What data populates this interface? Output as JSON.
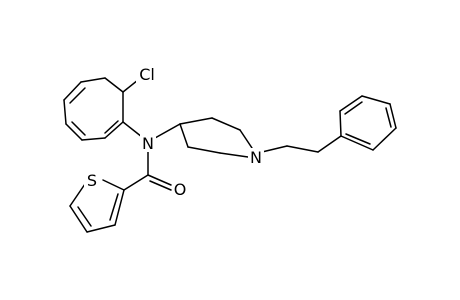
{
  "molecule": {
    "atom_labels": {
      "cl": "Cl",
      "n_amide": "N",
      "n_piperidine": "N",
      "s_thiophene": "S",
      "o_carbonyl": "O"
    },
    "bond_color": "#000000",
    "background": "#ffffff"
  }
}
